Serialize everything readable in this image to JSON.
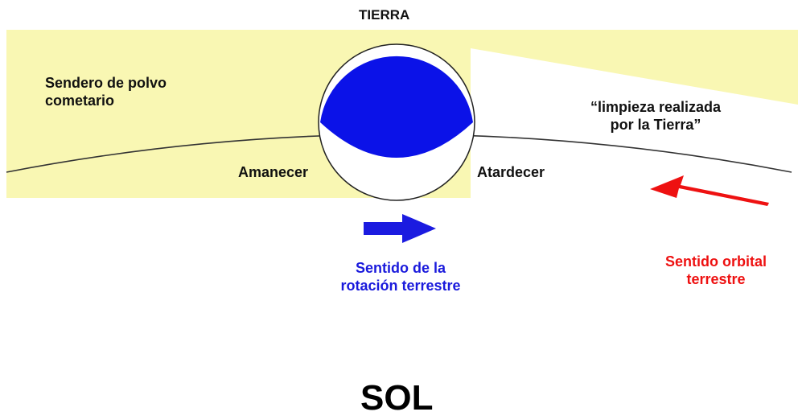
{
  "labels": {
    "earth": "TIERRA",
    "dust_path": "Sendero de polvo\ncometario",
    "cleaning": "“limpieza realizada\npor la Tierra”",
    "sunrise": "Amanecer",
    "sunset": "Atardecer",
    "rotation": "Sentido de la\nrotación terrestre",
    "orbital": "Sentido orbital\nterrestre",
    "sun": "SOL"
  },
  "colors": {
    "dust_band": "#f9f7b3",
    "earth_shadow": "#0b12e8",
    "earth_day": "#ffffff",
    "rotation_arrow": "#1b1be0",
    "orbital_arrow": "#ee1111",
    "orbit_line": "#333333"
  },
  "arrows": {
    "rotation": "right",
    "orbital": "left"
  }
}
